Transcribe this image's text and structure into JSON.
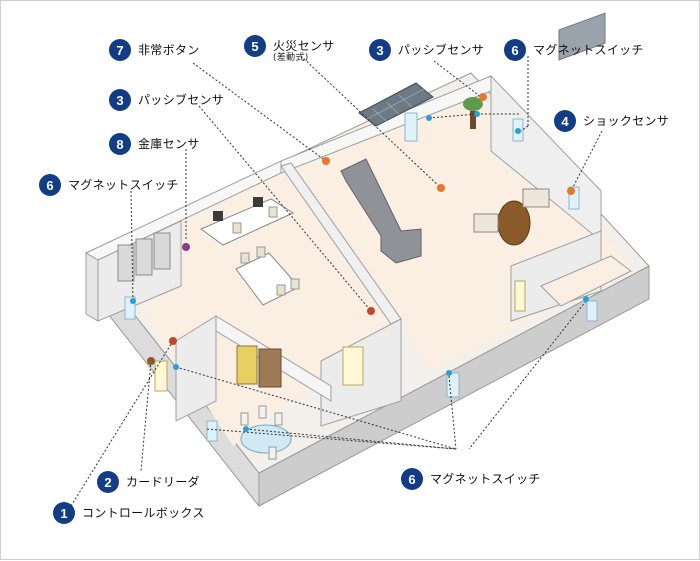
{
  "callouts": [
    {
      "id": "panic-button",
      "number": "7",
      "label": "非常ボタン"
    },
    {
      "id": "fire-sensor",
      "number": "5",
      "label": "火災センサ",
      "sublabel": "(差動式)"
    },
    {
      "id": "passive-sensor-top",
      "number": "3",
      "label": "パッシブセンサ"
    },
    {
      "id": "magnet-switch-top",
      "number": "6",
      "label": "マグネットスイッチ"
    },
    {
      "id": "shock-sensor",
      "number": "4",
      "label": "ショックセンサ"
    },
    {
      "id": "passive-sensor-left",
      "number": "3",
      "label": "パッシブセンサ"
    },
    {
      "id": "safe-sensor",
      "number": "8",
      "label": "金庫センサ"
    },
    {
      "id": "magnet-switch-left",
      "number": "6",
      "label": "マグネットスイッチ"
    },
    {
      "id": "card-reader",
      "number": "2",
      "label": "カードリーダ"
    },
    {
      "id": "control-box",
      "number": "1",
      "label": "コントロールボックス"
    },
    {
      "id": "magnet-switch-bottom",
      "number": "6",
      "label": "マグネットスイッチ"
    }
  ],
  "colors": {
    "badge": "#123c86",
    "floor": "#fbeee3",
    "wall_top": "#f7f7f7",
    "wall_side": "#e6e6e6",
    "sensor_orange": "#e8772e",
    "sensor_blue": "#2a9fd6",
    "sensor_red": "#c2462b",
    "sensor_purple": "#8a3c8c"
  }
}
